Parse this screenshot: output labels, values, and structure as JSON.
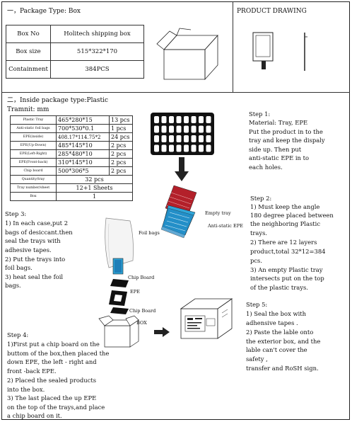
{
  "section1": {
    "heading": "一，Package Type: Box",
    "rows": [
      {
        "label": "Box No",
        "value": "Holitech shipping box"
      },
      {
        "label": "Box size",
        "value": "515*322*170"
      },
      {
        "label": "Containment",
        "value": "384PCS"
      }
    ]
  },
  "product_drawing": {
    "heading": "PRODUCT DRAWING"
  },
  "section2": {
    "heading": "二，Inside package type:Plastic",
    "unit": "Tramnit: mm",
    "table": [
      {
        "label": "Plastic Tray",
        "size": "465*280*15",
        "qty": "13 pcs"
      },
      {
        "label": "Anti-static foil bags",
        "size": "700*530*0.1",
        "qty": "1 pcs"
      },
      {
        "label": "EPE(inside)",
        "size": "408.17*114.75*2",
        "qty": "24 pcs"
      },
      {
        "label": "EPE(Up-Down)",
        "size": "485*145*10",
        "qty": "2 pcs"
      },
      {
        "label": "EPE(Left-Right)",
        "size": "285*480*10",
        "qty": "2 pcs"
      },
      {
        "label": "EPE(Front-back)",
        "size": "310*145*10",
        "qty": "2 pcs"
      },
      {
        "label": "Chip board",
        "size": "500*306*5",
        "qty": "2 pcs"
      }
    ],
    "qty_per_tray_label": "Quantity/tray",
    "qty_per_tray": "32 pcs",
    "tray_per_sheet_label": "Tray number/sheet",
    "tray_per_sheet": "12+1 Sheets",
    "box_label": "Box",
    "box_value": "1"
  },
  "labels": {
    "empty_tray": "Empty tray",
    "anti_static_epe": "Anti-static EPE",
    "foil_bags": "Foil bags",
    "chip_board_top": "Chip Board",
    "epe": "EPE",
    "chip_board_bottom": "Chip Board",
    "box": "BOX"
  },
  "steps": {
    "step1": {
      "title": "Step 1:",
      "lines": [
        "Material: Tray, EPE",
        "Put the product in to the",
        "tray and keep the dispaly",
        "side up. Then put",
        "anti-static EPE in to",
        "each holes."
      ]
    },
    "step2": {
      "title": "Step 2:",
      "lines": [
        "1) Must keep the angle",
        "180 degree placed between",
        "the neighboring Plastic",
        "trays.",
        "2) There are 12 layers",
        "product,total 32*12=384",
        "pcs.",
        "3) An empty Plastic tray",
        "intersects put on the top",
        "of the plastic trays."
      ]
    },
    "step3": {
      "title": "Step 3:",
      "lines": [
        "1) In each case,put 2",
        "bags of desiccant.then",
        "seal the trays with",
        "adhesive tapes.",
        "2) Put the trays into",
        "foil bags.",
        "3) heat seal the foil",
        "bags."
      ]
    },
    "step4": {
      "title": "Step 4:",
      "lines": [
        "1)First put a chip board on the",
        "buttom of the box,then placed the",
        "down EPE, the left - right and",
        "front -back EPE.",
        "2) Placed the sealed products",
        "into the box.",
        "3) The last placed the up EPE",
        "on the top of the trays,and place",
        "a chip board on it."
      ]
    },
    "step5": {
      "title": "Step 5:",
      "lines": [
        "1) Seal the box with",
        "adhensive tapes .",
        "2) Paste the lable onto",
        "the exterior box, and the",
        "lable can't cover the",
        "safety ,",
        "transfer and RoSH sign."
      ]
    }
  }
}
